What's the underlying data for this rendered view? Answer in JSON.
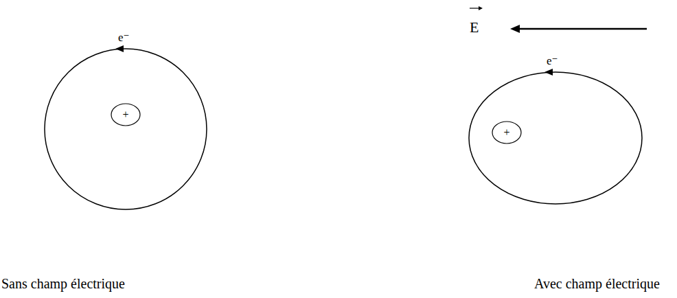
{
  "diagram": {
    "nodes": [
      {
        "text": [
          "+"
        ]
      },
      {
        "text": [
          "+"
        ]
      }
    ],
    "labels": [
      "E",
      "e⁻",
      "e⁻",
      "Sans champ électrique",
      "Avec champ électrique"
    ]
  }
}
